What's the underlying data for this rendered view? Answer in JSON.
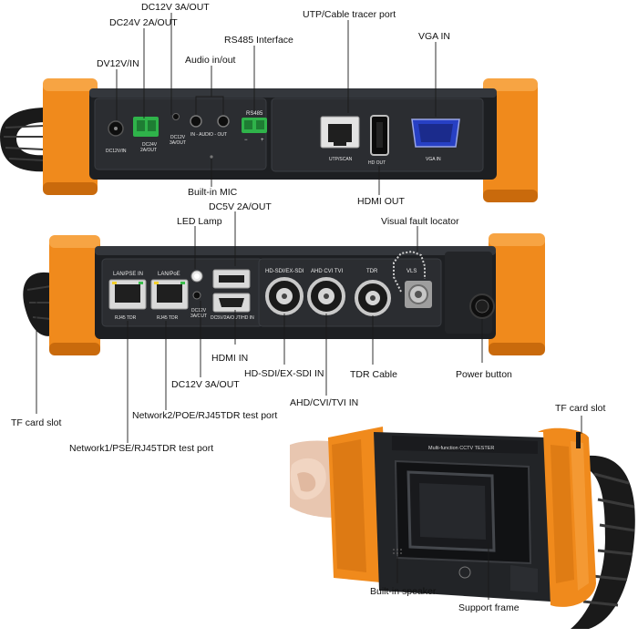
{
  "colors": {
    "bumper": "#f08a1c",
    "bumper_dark": "#c96a0c",
    "body": "#1d1f22",
    "panel": "#2b2d31",
    "green_terminal": "#2fb34a",
    "vga_blue": "#2740c4",
    "strap": "#1a1a1a"
  },
  "labels": {
    "dc12v_3a_out_top": "DC12V 3A/OUT",
    "dc24v_2a_out": "DC24V 2A/OUT",
    "dv12v_in": "DV12V/IN",
    "audio_in_out": "Audio in/out",
    "rs485_interface": "RS485 Interface",
    "utp_cable_tracer": "UTP/Cable tracer port",
    "vga_in": "VGA IN",
    "builtin_mic": "Built-in MIC",
    "hdmi_out": "HDMI OUT",
    "dc5v_2a_out": "DC5V 2A/OUT",
    "led_lamp": "LED Lamp",
    "visual_fault_locator": "Visual fault locator",
    "hdmi_in": "HDMI IN",
    "hd_sdi_ex_sdi_in": "HD-SDI/EX-SDI IN",
    "tdr_cable": "TDR Cable",
    "power_button": "Power button",
    "dc12v_3a_out_bottom": "DC12V 3A/OUT",
    "ahd_cvi_tvi_in": "AHD/CVI/TVI IN",
    "tf_card_slot_left": "TF card slot",
    "network2_port": "Network2/POE/RJ45TDR test port",
    "network1_port": "Network1/PSE/RJ45TDR test port",
    "tf_card_slot_right": "TF card slot",
    "builtin_speaker": "Built-in speaker",
    "support_frame": "Support frame"
  },
  "device_text": {
    "top": {
      "dc12vin": "DC12V/IN",
      "dc24v": "DC24V",
      "dc24v_out": "2A/OUT",
      "dc12v": "DC12V",
      "dc12v_out": "3A/OUT",
      "audio": "IN - AUDIO - OUT",
      "rs485": "RS485",
      "minus": "−",
      "plus": "+",
      "utp_scan": "UTP/SCAN",
      "hd_out": "HD OUT",
      "vga_in": "VGA IN"
    },
    "bottom": {
      "lan_pse_in": "LAN/PSE IN",
      "lan_poe": "LAN/PoE",
      "rj45_tdr_1": "RJ45 TDR",
      "rj45_tdr_2": "RJ45 TDR",
      "dc12v_out": "DC12V",
      "dc12v_out2": "3A/OUT",
      "dc5v_hdmi": "DC5V/2A/OUT/HD IN",
      "hd_sdi": "HD-SDI/EX-SDI",
      "ahd": "AHD  CVI  TVI",
      "tdr": "TDR",
      "vls": "VLS"
    },
    "front": {
      "tester_name": "Multi-function CCTV TESTER"
    }
  }
}
